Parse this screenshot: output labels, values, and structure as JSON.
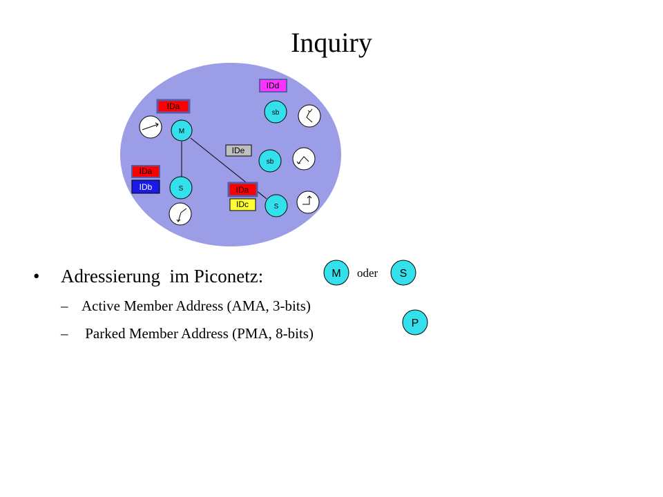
{
  "title": "Inquiry",
  "diagram": {
    "nodes": {
      "master": "M",
      "slave1": "S",
      "slave2": "S",
      "standby1": "sb",
      "standby2": "sb"
    },
    "ids": {
      "id_a_master": "IDa",
      "id_a_slave1": "IDa",
      "id_b": "IDb",
      "id_a_slave2": "IDa",
      "id_c": "IDc",
      "id_d": "IDd",
      "id_e": "IDe"
    }
  },
  "bullet": {
    "text": "Adressierung  im Piconetz:",
    "sub_items": [
      "Active Member Address (AMA, 3-bits)",
      " Parked Member Address (PMA, 8-bits)"
    ],
    "bullet_symbol": "•",
    "dash_symbol": "–"
  },
  "legend": {
    "master": "M",
    "or_text": "oder",
    "slave": "S",
    "parked": "P"
  },
  "colors": {
    "piconet_fill": "#9b9de6",
    "node_fill": "#33e0ec",
    "red_box": "#ff0000",
    "blue_box": "#1a1ae6",
    "yellow_box": "#ffff33",
    "magenta_box": "#ff33ff",
    "gray_box": "#bfbfbf",
    "box_border": "#5a5aa8"
  }
}
